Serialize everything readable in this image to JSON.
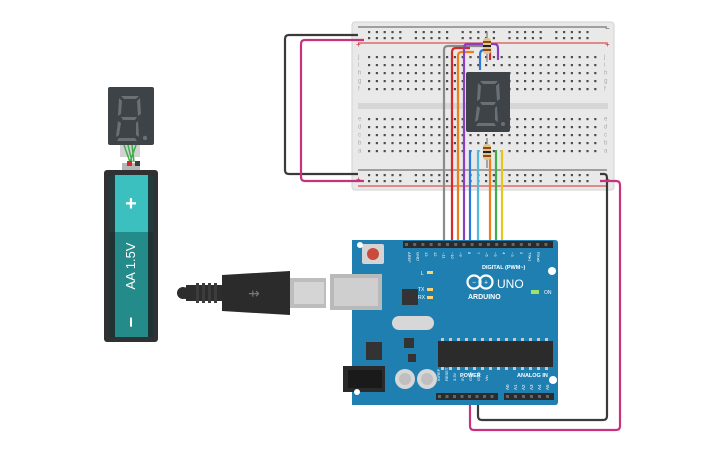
{
  "battery": {
    "plus": "+",
    "minus": "−",
    "label": "AA 1.5V"
  },
  "arduino": {
    "brand": "ARDUINO",
    "model": "UNO",
    "digital_label": "DIGITAL (PWM~)",
    "power_label": "POWER",
    "analog_label": "ANALOG IN",
    "on_label": "ON",
    "tx_label": "TX",
    "rx_label": "RX",
    "l_label": "L",
    "digital_pins": [
      "AREF",
      "GND",
      "13",
      "12",
      "~11",
      "~10",
      "~9",
      "8",
      "7",
      "~6",
      "~5",
      "4",
      "~3",
      "2",
      "TX▸1",
      "RX◂0"
    ],
    "power_pins": [
      "IOREF",
      "RESET",
      "3.3V",
      "5V",
      "GND",
      "GND",
      "Vin"
    ],
    "analog_pins": [
      "A0",
      "A1",
      "A2",
      "A3",
      "A4",
      "A5"
    ]
  },
  "breadboard": {
    "row_letters_top": [
      "j",
      "i",
      "h",
      "g",
      "f"
    ],
    "row_letters_bottom": [
      "e",
      "d",
      "c",
      "b",
      "a"
    ],
    "rail_plus": "+",
    "rail_minus": "−"
  },
  "colors": {
    "wire_black": "#3a3a3a",
    "wire_magenta": "#c8317b",
    "wire_red": "#d62a2a",
    "wire_purple": "#8a3fc1",
    "wire_blue": "#2a78d8",
    "wire_cyan": "#53b8d9",
    "wire_orange": "#f07f1b",
    "wire_green": "#3fae4a",
    "wire_yellow": "#e6c61a",
    "wire_grey": "#8b8b8b",
    "arduino_teal": "#1f7fb0",
    "battery_teal": "#3bbfbf"
  }
}
